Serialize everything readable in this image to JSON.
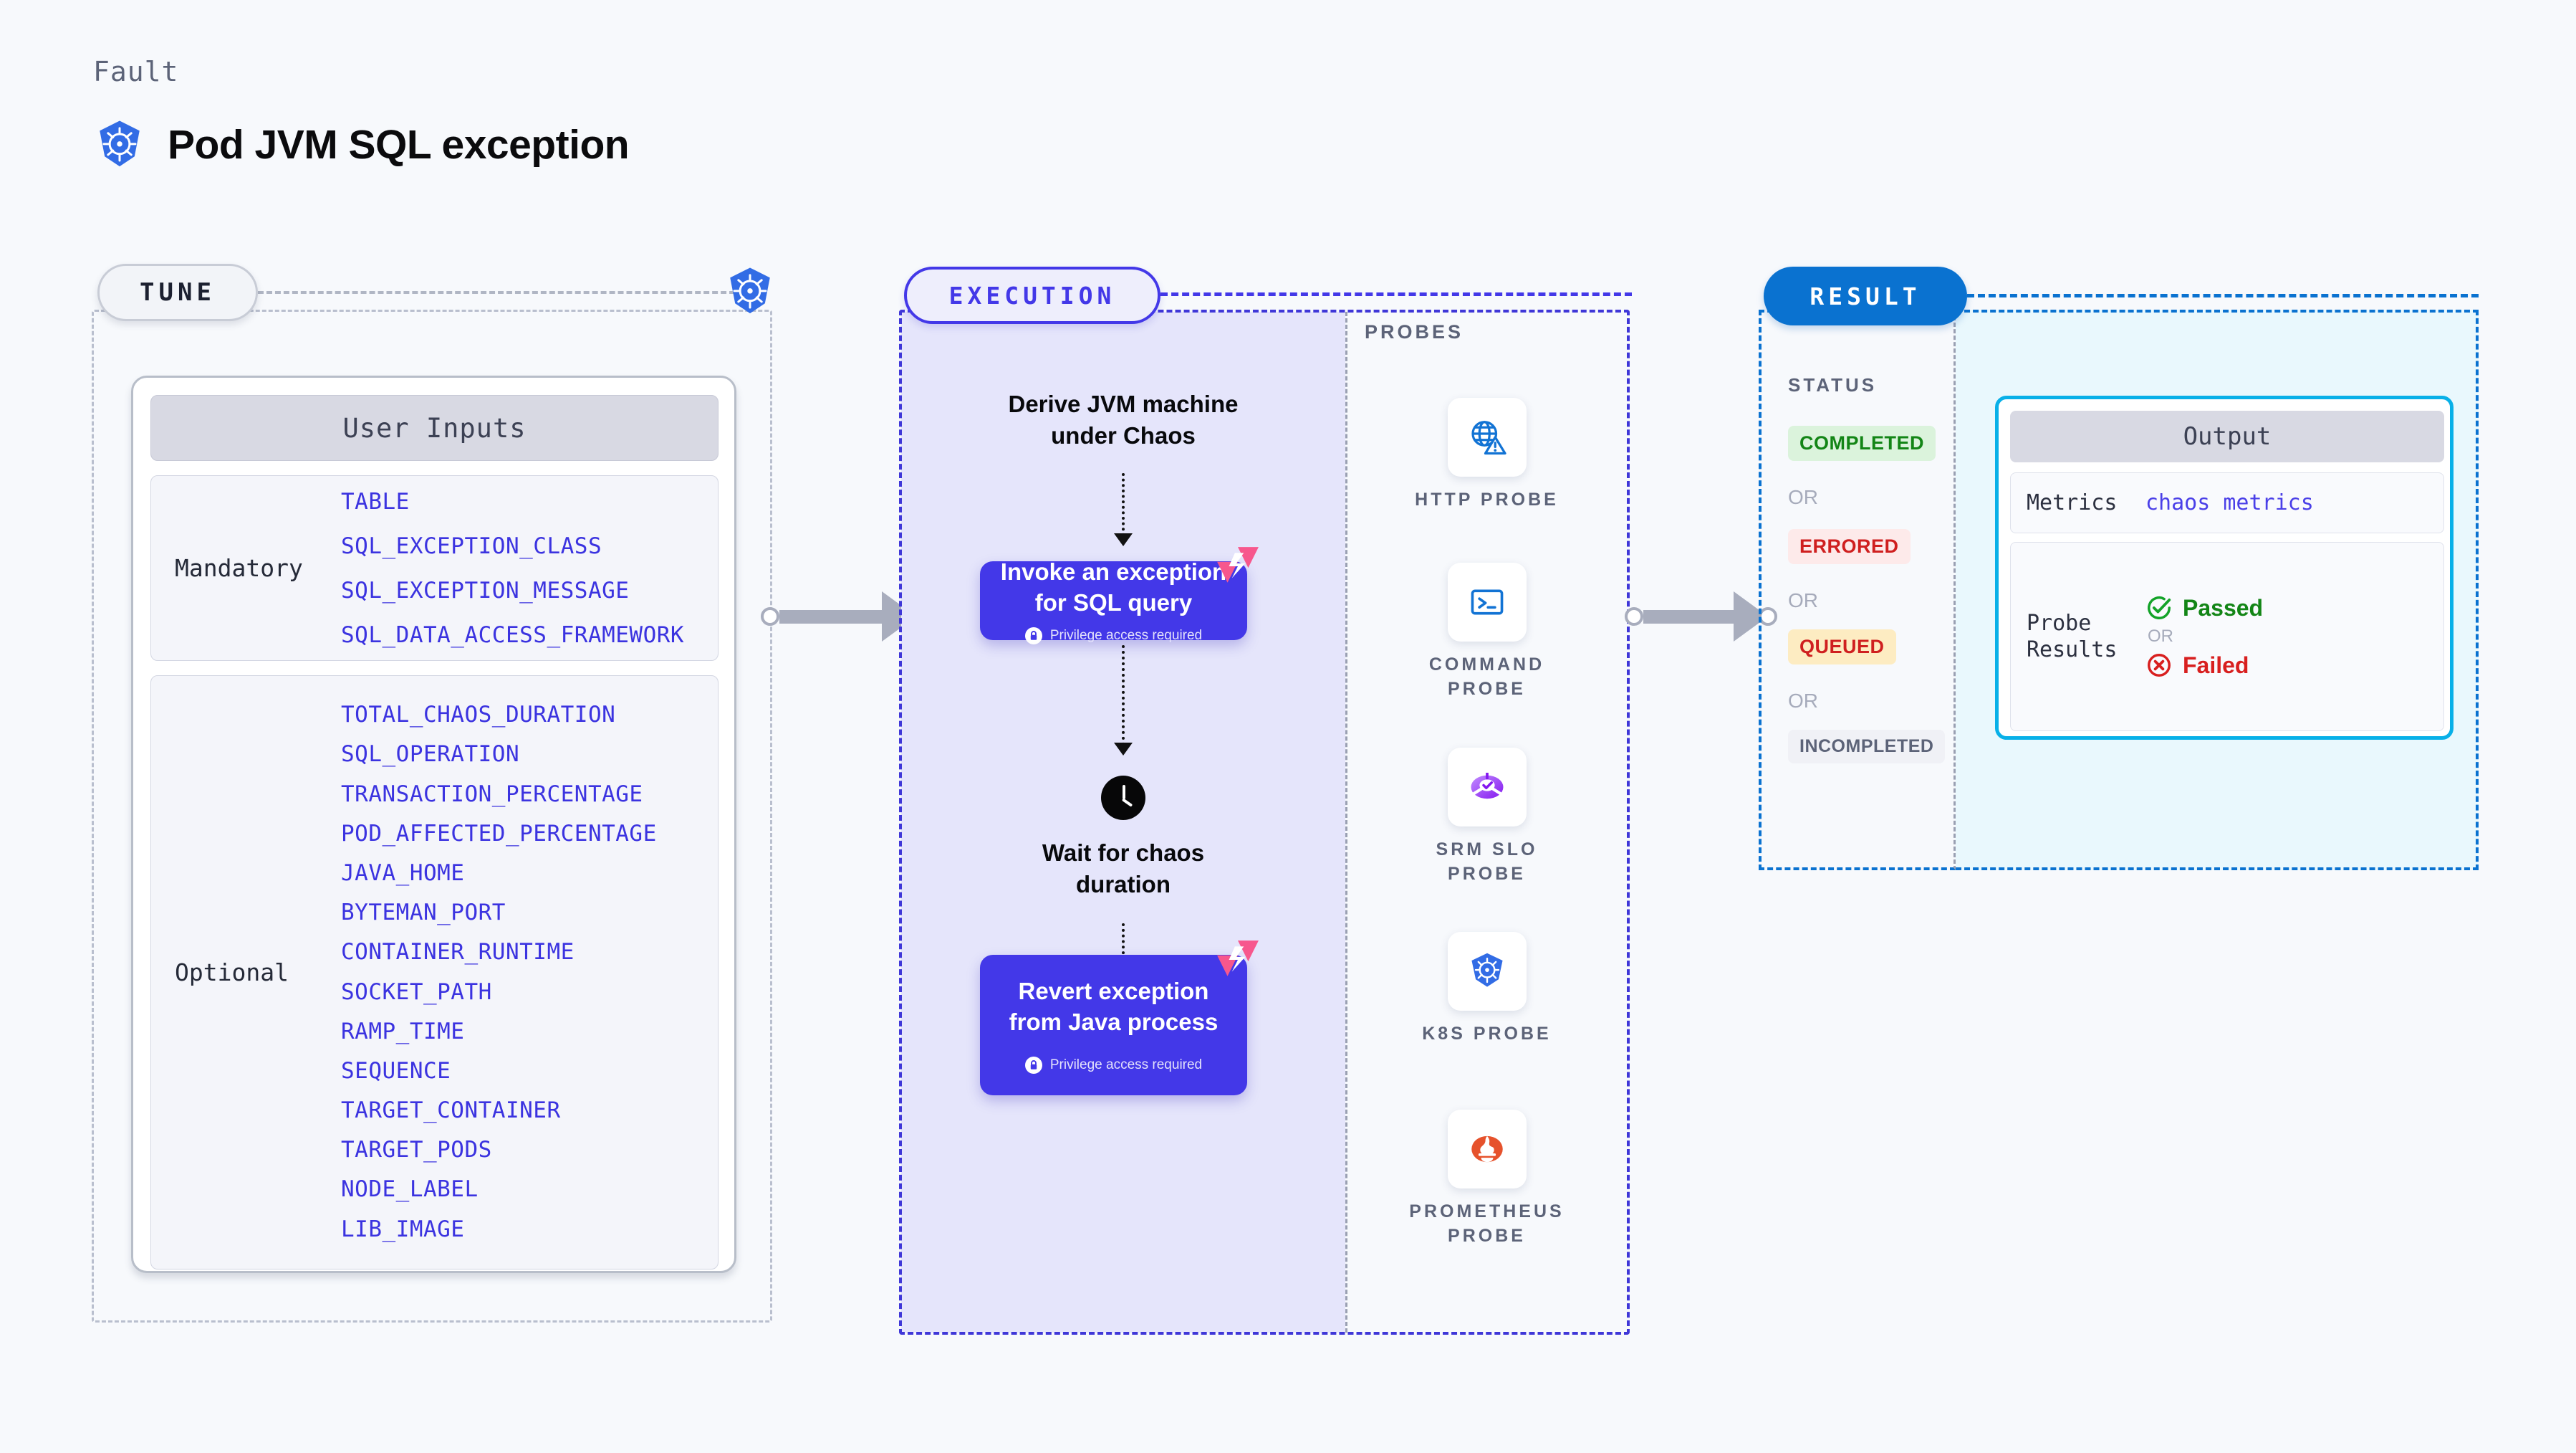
{
  "header": {
    "kicker": "Fault",
    "title": "Pod JVM SQL exception",
    "icon": "kubernetes-icon"
  },
  "tune": {
    "pill": "TUNE",
    "card_title": "User Inputs",
    "groups": [
      {
        "label": "Mandatory",
        "params": [
          "TABLE",
          "SQL_EXCEPTION_CLASS",
          "SQL_EXCEPTION_MESSAGE",
          "SQL_DATA_ACCESS_FRAMEWORK"
        ]
      },
      {
        "label": "Optional",
        "params": [
          "TOTAL_CHAOS_DURATION",
          "SQL_OPERATION",
          "TRANSACTION_PERCENTAGE",
          "POD_AFFECTED_PERCENTAGE",
          "JAVA_HOME",
          "BYTEMAN_PORT",
          "CONTAINER_RUNTIME",
          "SOCKET_PATH",
          "RAMP_TIME",
          "SEQUENCE",
          "TARGET_CONTAINER",
          "TARGET_PODS",
          "NODE_LABEL",
          "LIB_IMAGE"
        ]
      }
    ]
  },
  "execution": {
    "pill": "EXECUTION",
    "step1": "Derive JVM machine\nunder Chaos",
    "card1": {
      "title": "Invoke an exception\nfor SQL query",
      "note": "Privilege access required"
    },
    "step2": "Wait for chaos\nduration",
    "card2": {
      "title": "Revert exception\nfrom Java process",
      "note": "Privilege access required"
    }
  },
  "probes": {
    "title": "PROBES",
    "items": [
      {
        "label": "HTTP PROBE",
        "icon": "globe-warning-icon"
      },
      {
        "label": "COMMAND\nPROBE",
        "icon": "terminal-icon"
      },
      {
        "label": "SRM SLO\nPROBE",
        "icon": "srm-slo-icon"
      },
      {
        "label": "K8S PROBE",
        "icon": "kubernetes-icon"
      },
      {
        "label": "PROMETHEUS\nPROBE",
        "icon": "prometheus-icon"
      }
    ]
  },
  "result": {
    "pill": "RESULT",
    "status_title": "STATUS",
    "or": "OR",
    "statuses": [
      {
        "label": "COMPLETED",
        "bg": "#dbf3dc",
        "fg": "#138516"
      },
      {
        "label": "ERRORED",
        "bg": "#fdeaea",
        "fg": "#cf1f1f"
      },
      {
        "label": "QUEUED",
        "bg": "#fdecc2",
        "fg": "#cf1f1f"
      },
      {
        "label": "INCOMPLETED",
        "bg": "#f0f1f6",
        "fg": "#5c6378"
      }
    ],
    "output": {
      "title": "Output",
      "metrics_key": "Metrics",
      "metrics_value": "chaos metrics",
      "probe_key": "Probe\nResults",
      "passed": "Passed",
      "failed": "Failed",
      "or": "OR"
    }
  },
  "colors": {
    "accent_purple": "#4338e8",
    "accent_blue": "#0a72d0",
    "cyan": "#08b0e8",
    "param_blue": "#3b33e0",
    "pink_badge": "#f7578d"
  }
}
